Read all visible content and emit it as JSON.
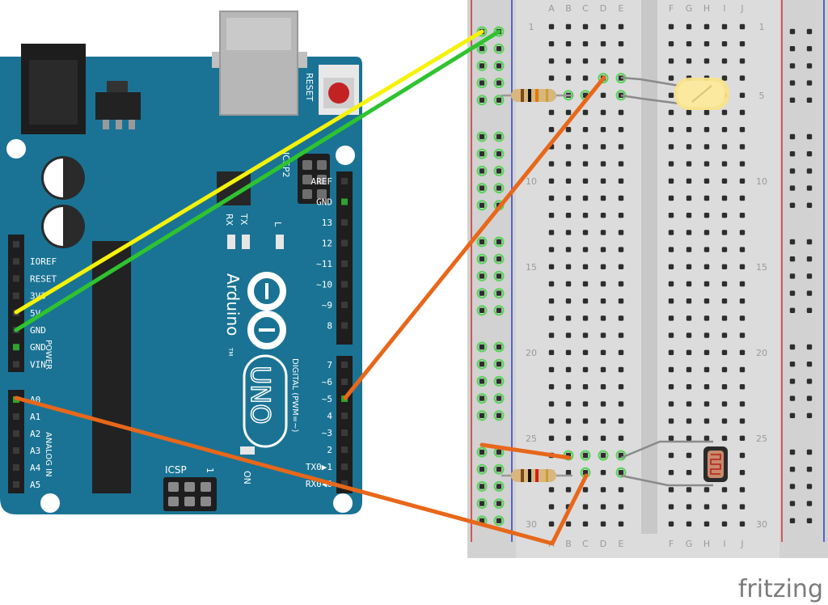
{
  "brand": "fritzing",
  "arduino": {
    "logo": "Arduino",
    "tm": "TM",
    "model": "UNO",
    "reset_label": "RESET",
    "icsp_label": "ICSP",
    "icsp2_label": "ICSP2",
    "on_label": "ON",
    "tx_label": "TX",
    "rx_label": "RX",
    "l_label": "L",
    "one_label": "1",
    "power_label": "POWER",
    "analog_label": "ANALOG IN",
    "digital_label": "DIGITAL (PWM=~)",
    "power_pins": [
      "",
      "IOREF",
      "RESET",
      "3V3",
      "5V",
      "GND",
      "GND",
      "VIN"
    ],
    "analog_pins": [
      "A0",
      "A1",
      "A2",
      "A3",
      "A4",
      "A5"
    ],
    "digital_high": [
      "AREF",
      "GND",
      "13",
      "12",
      "~11",
      "~10",
      "~9",
      "8"
    ],
    "digital_low": [
      "7",
      "~6",
      "~5",
      "4",
      "~3",
      "2",
      "TX0▶1",
      "RX0◀0"
    ]
  },
  "breadboard": {
    "columns_left": [
      "A",
      "B",
      "C",
      "D",
      "E"
    ],
    "columns_right": [
      "F",
      "G",
      "H",
      "I",
      "J"
    ],
    "row_numbers": [
      "1",
      "5",
      "10",
      "15",
      "20",
      "25",
      "30"
    ]
  },
  "colors": {
    "board": "#1a7394",
    "breadboard": "#dcdcdc",
    "wire_5v": "#f5f20a",
    "wire_gnd": "#2fc32f",
    "wire_signal": "#e8671a",
    "led": "#f8e38a",
    "rail_red": "#d03030",
    "rail_blue": "#2c3cc9"
  },
  "icons": [
    "usb-connector-icon",
    "dc-jack-icon",
    "reset-button-icon",
    "led-icon",
    "photoresistor-icon",
    "resistor-icon"
  ]
}
